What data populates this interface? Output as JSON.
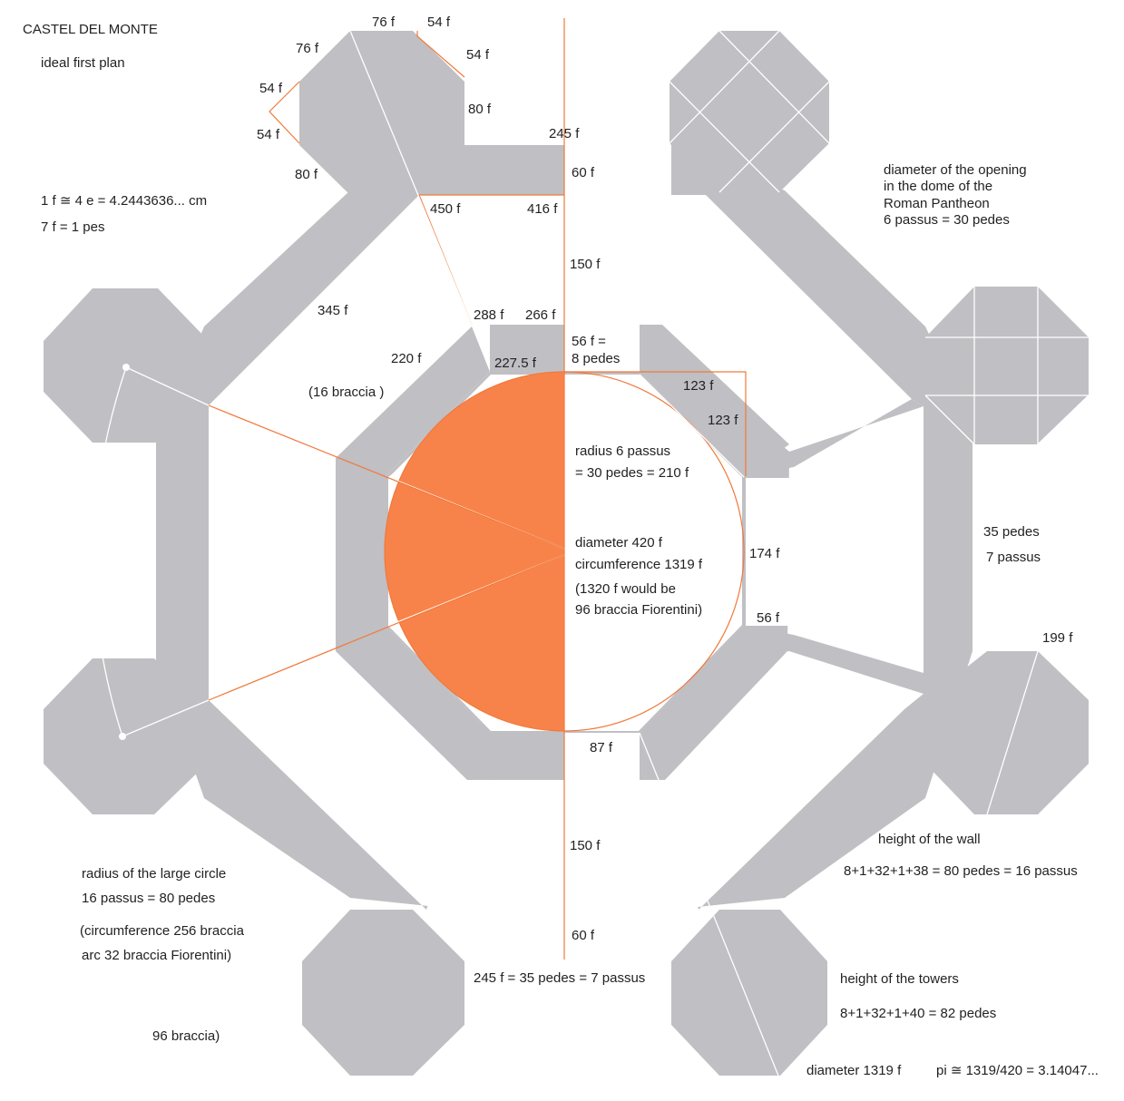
{
  "title": "CASTEL DEL MONTE",
  "subtitle": "ideal first plan",
  "units": {
    "line1": "1 f ≅ 4 e = 4.2443636... cm",
    "line2": "7 f = 1 pes"
  },
  "pantheon_note": {
    "line1": "diameter of the opening",
    "line2": "in the dome of the",
    "line3": "Roman Pantheon",
    "line4": "6 passus = 30 pedes"
  },
  "circle_labels": {
    "radius1": "radius  6 passus",
    "radius2": "= 30 pedes = 210  f",
    "diameter": "diameter  420  f",
    "circumference": "circumference  1319  f",
    "note1": "(1320  f  would be",
    "note2": "96 braccia Fiorentini)"
  },
  "right_side": {
    "pedes": "35 pedes",
    "passus": "7 passus"
  },
  "wall_height": {
    "heading": "height of the wall",
    "formula": "8+1+32+1+38 = 80 pedes = 16 passus"
  },
  "tower_height": {
    "heading": "height of the towers",
    "formula": "8+1+32+1+40 = 82 pedes"
  },
  "large_circle": {
    "line1": "radius of the large circle",
    "line2": "16 passus = 80 pedes",
    "line3": "(circumference 256 braccia",
    "line4": "arc 32 braccia Fiorentini)",
    "line5": "96 braccia)"
  },
  "bottom": {
    "diameter": "diameter  1319  f",
    "pi": "pi ≅ 1319/420 = 3.14047..."
  },
  "dims": {
    "d76a": "76 f",
    "d54a": "54 f",
    "d76b": "76 f",
    "d54b": "54 f",
    "d54c": "54 f",
    "d54d": "54 f",
    "d80a": "80 f",
    "d80b": "80 f",
    "d245top": "245 f",
    "d60top": "60 f",
    "d450": "450 f",
    "d416": "416 f",
    "d150top": "150 f",
    "d345": "345 f",
    "d288": "288 f",
    "d266": "266 f",
    "d56eq": "56 f  =",
    "d8pedes": "8 pedes",
    "d220": "220 f",
    "d227": "227.5 f",
    "d16braccia": "(16 braccia )",
    "d123a": "123 f",
    "d123b": "123 f",
    "d174": "174 f",
    "d56b": "56 f",
    "d199": "199 f",
    "d87": "87 f",
    "d150bot": "150 f",
    "d60bot": "60 f",
    "d245bot": "245 f = 35 pedes = 7 passus"
  },
  "colors": {
    "wall": "#c0bfc3",
    "accent": "#f8834a",
    "accent_line": "#f0793a",
    "text": "#222222"
  }
}
